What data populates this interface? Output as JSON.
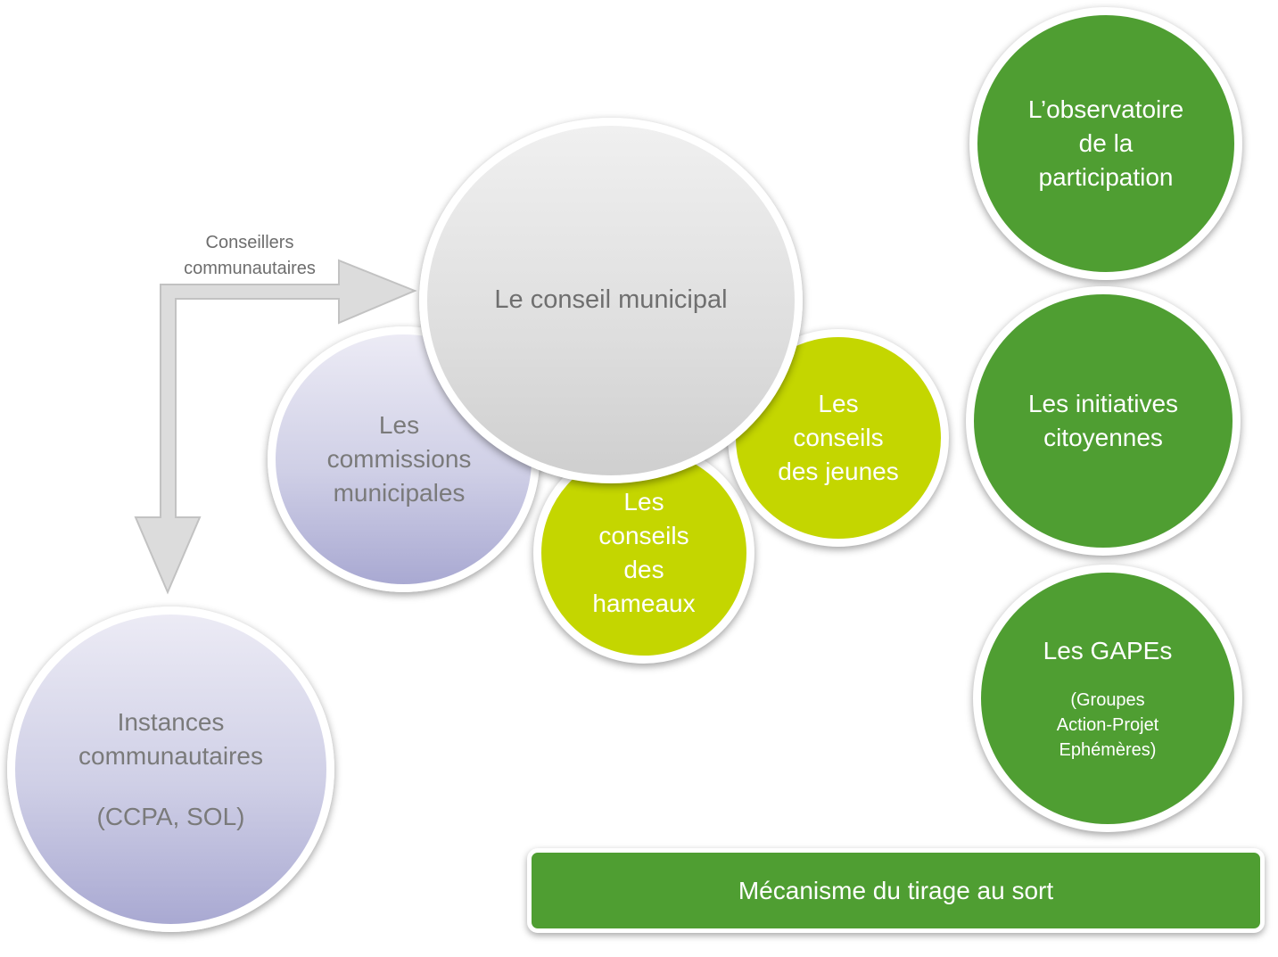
{
  "arrow": {
    "label": "Conseillers\ncommunautaires",
    "fill": "#dcdcdc",
    "stroke": "#c2c2c2"
  },
  "nodes": {
    "conseil_municipal": {
      "label": "Le conseil municipal"
    },
    "commissions": {
      "label": "Les\ncommissions\nmunicipales"
    },
    "conseils_hameaux": {
      "label": "Les\nconseils\ndes\nhameaux"
    },
    "conseils_jeunes": {
      "label": "Les\nconseils\ndes jeunes"
    },
    "instances": {
      "label": "Instances\ncommunautaires",
      "sub": "(CCPA, SOL)"
    },
    "observatoire": {
      "label": "L’observatoire\nde la\nparticipation"
    },
    "initiatives": {
      "label": "Les initiatives\ncitoyennes"
    },
    "gapes": {
      "label": "Les GAPEs",
      "sub": "(Groupes\nAction-Projet\nEphémères)"
    }
  },
  "banner": {
    "label": "Mécanisme du tirage au sort"
  },
  "colors": {
    "lime": "#c4d600",
    "green": "#4f9e32",
    "lavender": "#b9b9db",
    "gray": "#dcdcdc"
  }
}
